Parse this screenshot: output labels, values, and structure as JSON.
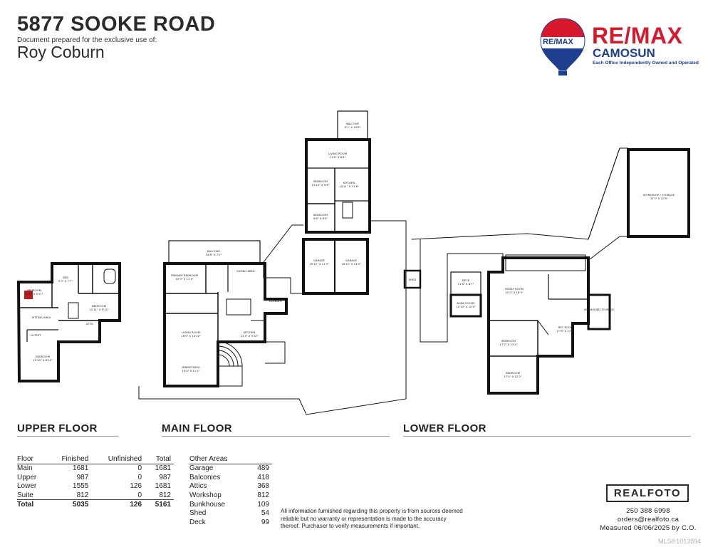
{
  "header": {
    "address": "5877 SOOKE ROAD",
    "prepared_for": "Document prepared for the exclusive use of:",
    "client": "Roy Coburn"
  },
  "logo": {
    "badge": "RE/MAX",
    "brand": "RE/MAX",
    "office": "CAMOSUN",
    "tagline": "Each Office Independently Owned and Operated",
    "colors": {
      "red": "#d7192d",
      "blue": "#1e3f8f"
    }
  },
  "floors": {
    "upper": "UPPER FLOOR",
    "main": "MAIN FLOOR",
    "lower": "LOWER FLOOR"
  },
  "rooms": {
    "upper": [
      {
        "name": "DEN",
        "dims": "5'3\" X 7'7\""
      },
      {
        "name": "BEDROOM",
        "dims": "11'2\" X 9'11\""
      },
      {
        "name": "BEDROOM",
        "dims": "12'11\" X 9'11\""
      },
      {
        "name": "SITTING AREA",
        "dims": ""
      },
      {
        "name": "ATTIC",
        "dims": ""
      },
      {
        "name": "CLOSET",
        "dims": ""
      },
      {
        "name": "BEDROOM",
        "dims": "13'10\" X 8'11\""
      }
    ],
    "main": [
      {
        "name": "BALCONY",
        "dims": "9'1\" X 10'8\""
      },
      {
        "name": "LIVING ROOM",
        "dims": "21'8\" X 8'8\""
      },
      {
        "name": "BEDROOM",
        "dims": "13'10\" X 9'6\""
      },
      {
        "name": "KITCHEN",
        "dims": "13'11\" X 11'8\""
      },
      {
        "name": "BEDROOM",
        "dims": "9'8\" X 8'0\""
      },
      {
        "name": "GARAGE",
        "dims": "19'10\" X 11'3\""
      },
      {
        "name": "GARAGE",
        "dims": "19'10\" X 11'3\""
      },
      {
        "name": "BALCONY",
        "dims": "34'8\" X 7'0\""
      },
      {
        "name": "PRIMARY BEDROOM",
        "dims": "15'9\" X 11'4\""
      },
      {
        "name": "EATING AREA",
        "dims": ""
      },
      {
        "name": "LAUNDRY",
        "dims": ""
      },
      {
        "name": "LIVING ROOM",
        "dims": "18'0\" X 14'10\""
      },
      {
        "name": "KITCHEN",
        "dims": "21'4\" X 9'10\""
      },
      {
        "name": "DINING AREA",
        "dims": "15'0\" X 11'2\""
      }
    ],
    "lower": [
      {
        "name": "WORKSHOP / STORAGE",
        "dims": "32'3\" X 22'8\""
      },
      {
        "name": "DECK",
        "dims": "11'6\" X 8'7\""
      },
      {
        "name": "BUNK HOUSE",
        "dims": "10'10\" X 10'0\""
      },
      {
        "name": "FAMILY ROOM",
        "dims": "22'0\" X 16'3\""
      },
      {
        "name": "REC ROOM",
        "dims": "17'8\" X 13'6\""
      },
      {
        "name": "UNFINISHED STORAGE",
        "dims": ""
      },
      {
        "name": "BEDROOM",
        "dims": "17'2\" X 13'2\""
      },
      {
        "name": "BEDROOM",
        "dims": "17'4\" X 12'2\""
      },
      {
        "name": "SHED",
        "dims": ""
      }
    ]
  },
  "floor_table": {
    "headers": [
      "Floor",
      "Finished",
      "Unfinished",
      "Total"
    ],
    "rows": [
      [
        "Main",
        "1681",
        "0",
        "1681"
      ],
      [
        "Upper",
        "987",
        "0",
        "987"
      ],
      [
        "Lower",
        "1555",
        "126",
        "1681"
      ],
      [
        "Suite",
        "812",
        "0",
        "812"
      ]
    ],
    "total": [
      "Total",
      "5035",
      "126",
      "5161"
    ]
  },
  "other_areas": {
    "header": "Other Areas",
    "rows": [
      [
        "Garage",
        "489"
      ],
      [
        "Balconies",
        "418"
      ],
      [
        "Attics",
        "368"
      ],
      [
        "Workshop",
        "812"
      ],
      [
        "Bunkhouse",
        "109"
      ],
      [
        "Shed",
        "54"
      ],
      [
        "Deck",
        "99"
      ]
    ]
  },
  "disclaimer": "All information furnished regarding this property is from sources deemed reliable but no warranty or representation is made to the accuracy thereof. Purchaser to verify measurements if important.",
  "realfoto": {
    "brand": "REALFOTO",
    "phone": "250 388 6998",
    "email": "orders@realfoto.ca",
    "measured": "Measured 06/06/2025 by C.O."
  },
  "mls": "MLS®1013894"
}
